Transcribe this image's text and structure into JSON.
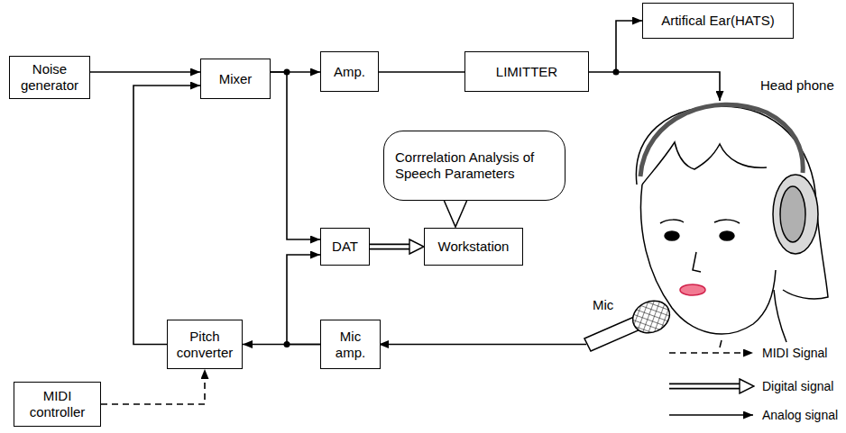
{
  "diagram": {
    "nodes": [
      {
        "text": [
          "Noise generator"
        ]
      },
      {
        "text": [
          "Mixer"
        ]
      },
      {
        "text": [
          "Amp."
        ]
      },
      {
        "text": [
          "LIMITTER"
        ]
      },
      {
        "text": [
          "Artifical Ear(HATS)"
        ]
      },
      {
        "text": [
          "Corrrelation Analysis of Speech Parameters"
        ]
      },
      {
        "text": [
          "DAT"
        ]
      },
      {
        "text": [
          "Workstation"
        ]
      },
      {
        "text": [
          "Pitch converter"
        ]
      },
      {
        "text": [
          "Mic amp."
        ]
      },
      {
        "text": [
          "MIDI controller"
        ]
      }
    ],
    "edges": [
      {
        "from": 0,
        "to": 1,
        "arrow": "to"
      },
      {
        "from": 1,
        "to": 2,
        "arrow": "to"
      },
      {
        "from": 1,
        "to": 6,
        "arrow": "to"
      },
      {
        "from": 2,
        "to": 3,
        "arrow": "none"
      },
      {
        "from": 3,
        "to": 4,
        "arrow": "to"
      },
      {
        "from": 6,
        "to": 7,
        "arrow": "to"
      },
      {
        "from": 9,
        "to": 8,
        "arrow": "to"
      },
      {
        "from": 9,
        "to": 6,
        "arrow": "to"
      },
      {
        "from": 8,
        "to": 1,
        "arrow": "to"
      },
      {
        "from": 10,
        "to": 8,
        "arrow": "to"
      }
    ],
    "labels": [
      "Head phone",
      "Mic"
    ],
    "legend": [
      {
        "text": "MIDI Signal"
      },
      {
        "text": "Digital signal"
      },
      {
        "text": "Analog signal"
      }
    ]
  }
}
